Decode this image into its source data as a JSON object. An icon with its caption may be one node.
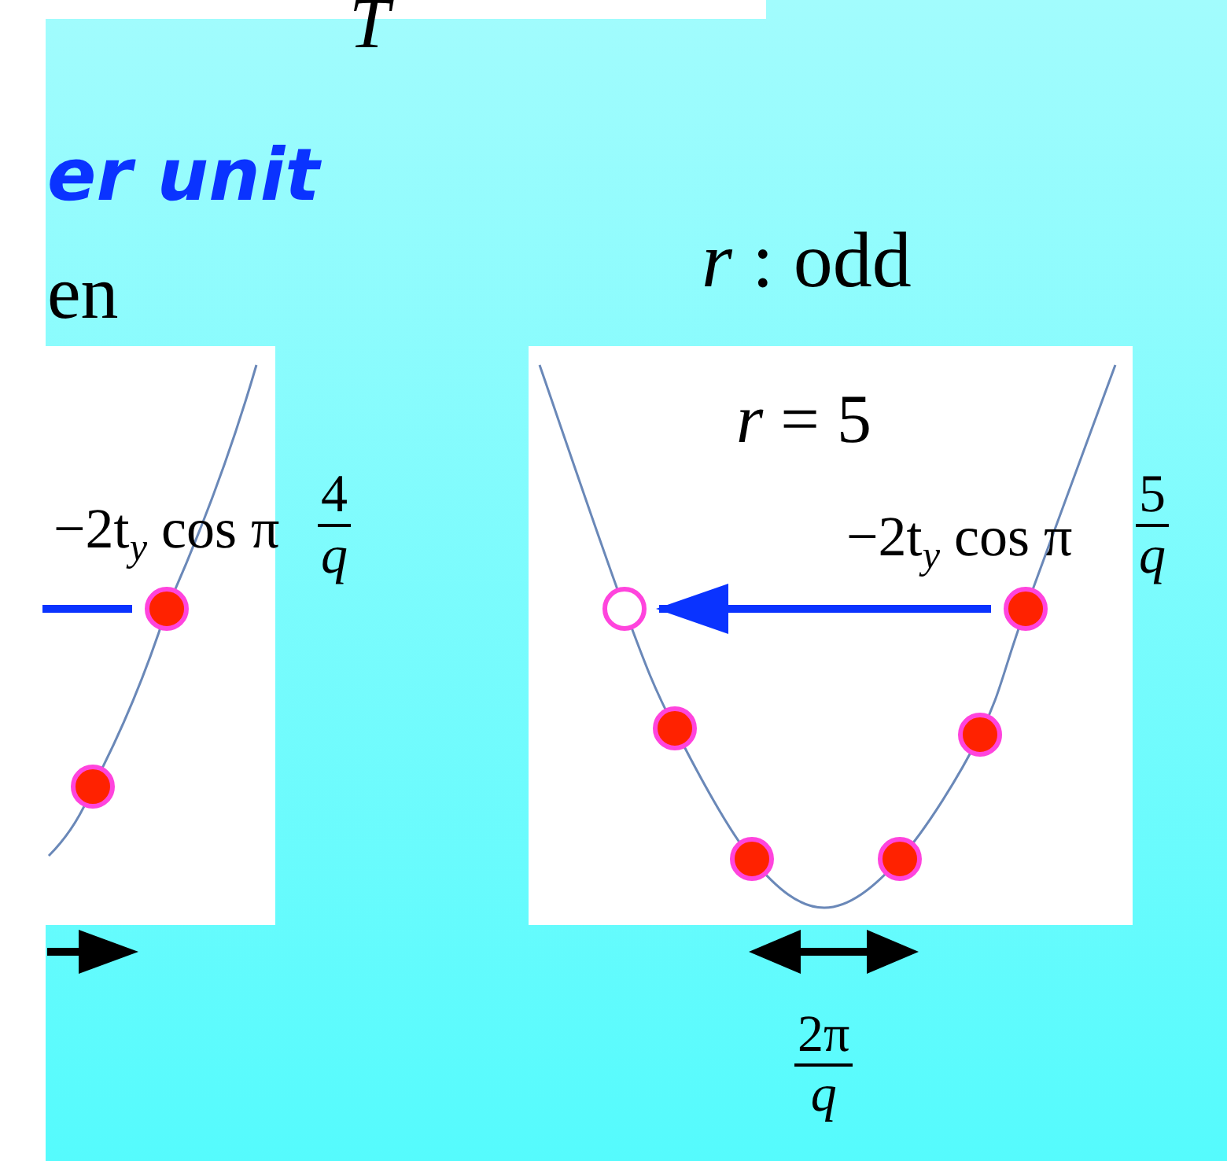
{
  "diagram": {
    "nodes": [
      {
        "text": [],
        "shape": "box"
      },
      {
        "text": [],
        "shape": "circle",
        "in": 0
      },
      {
        "text": [],
        "shape": "circle",
        "in": 0
      },
      {
        "text": [
          "*r* = 5"
        ]
      },
      {
        "text": [],
        "shape": "circle",
        "in": 3
      },
      {
        "text": [],
        "shape": "circle",
        "in": 3
      },
      {
        "text": [],
        "shape": "circle",
        "in": 3
      },
      {
        "text": [],
        "shape": "circle",
        "in": 3
      },
      {
        "text": [],
        "shape": "circle",
        "in": 3
      },
      {
        "text": [],
        "shape": "circle",
        "in": 3
      }
    ],
    "edges": [
      {
        "from": 1,
        "to": null,
        "arrow": "none"
      },
      {
        "from": 5,
        "to": 4,
        "arrow": "to"
      }
    ],
    "labels": [
      "T",
      "er unit",
      "en",
      "*r* : odd",
      "−2t$_{y}$ cos π",
      "4",
      "q",
      "−2t$_{y}$ cos π",
      "5",
      "q",
      "2π",
      "q"
    ]
  }
}
